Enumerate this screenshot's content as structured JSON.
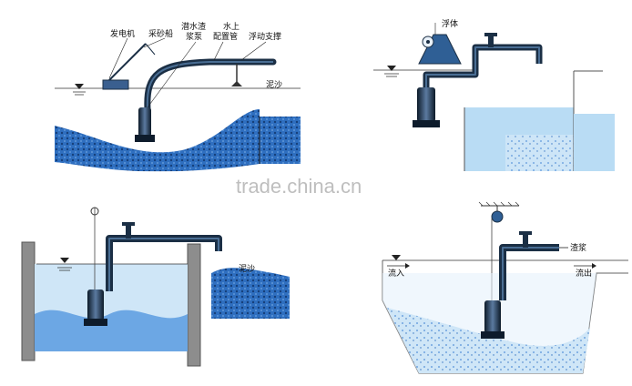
{
  "colors": {
    "water": "#a9d3f0",
    "slurry": "#2f6fc0",
    "pipe": "#1b2f45",
    "structure": "#7a7a7a"
  },
  "watermark": "trade.china.cn",
  "panels": [
    {
      "labels": {
        "generator": "发电机",
        "sand_boat": "采砂船",
        "submersible_pump_1": "潜水渣",
        "submersible_pump_2": "浆泵",
        "above_water_1": "水上",
        "above_water_2": "配置管",
        "float_support": "浮动支撑",
        "mud_sand": "泥沙"
      }
    },
    {
      "labels": {
        "float": "浮体"
      }
    },
    {
      "labels": {
        "mud_sand": "泥沙"
      }
    },
    {
      "labels": {
        "slag_slurry": "渣浆",
        "inflow": "流入",
        "outflow": "流出"
      }
    }
  ]
}
